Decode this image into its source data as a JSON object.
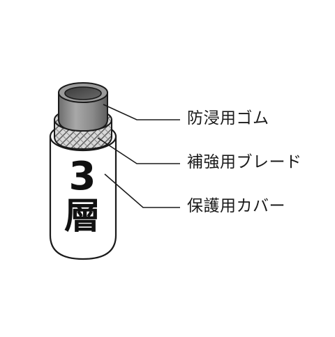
{
  "badge": {
    "number": "3",
    "kanji": "層"
  },
  "callouts": [
    {
      "label": "防浸用ゴム"
    },
    {
      "label": "補強用ブレード"
    },
    {
      "label": "保護用カバー"
    }
  ],
  "colors": {
    "outline": "#1a1a1a",
    "cover": "#ffffff",
    "rubber_outer": "#8a8a8a",
    "rubber_inner": "#4a4a4a",
    "braid": "#d0d0d0"
  }
}
